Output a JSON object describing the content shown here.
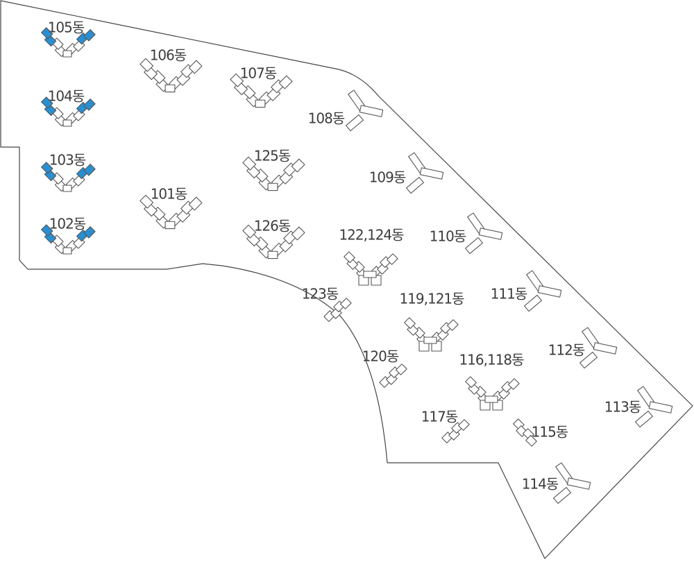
{
  "map": {
    "highlight_color": "#2a8fd1",
    "outline_color": "#444444",
    "buildings": [
      {
        "id": "b105",
        "label": "105동",
        "highlight": true
      },
      {
        "id": "b104",
        "label": "104동",
        "highlight": true
      },
      {
        "id": "b103",
        "label": "103동",
        "highlight": true
      },
      {
        "id": "b102",
        "label": "102동",
        "highlight": true
      },
      {
        "id": "b106",
        "label": "106동",
        "highlight": false
      },
      {
        "id": "b101",
        "label": "101동",
        "highlight": false
      },
      {
        "id": "b107",
        "label": "107동",
        "highlight": false
      },
      {
        "id": "b125",
        "label": "125동",
        "highlight": false
      },
      {
        "id": "b126",
        "label": "126동",
        "highlight": false
      },
      {
        "id": "b108",
        "label": "108동",
        "highlight": false
      },
      {
        "id": "b109",
        "label": "109동",
        "highlight": false
      },
      {
        "id": "b110",
        "label": "110동",
        "highlight": false
      },
      {
        "id": "b111",
        "label": "111동",
        "highlight": false
      },
      {
        "id": "b112",
        "label": "112동",
        "highlight": false
      },
      {
        "id": "b113",
        "label": "113동",
        "highlight": false
      },
      {
        "id": "b114",
        "label": "114동",
        "highlight": false
      },
      {
        "id": "b115",
        "label": "115동",
        "highlight": false
      },
      {
        "id": "b117",
        "label": "117동",
        "highlight": false
      },
      {
        "id": "b120",
        "label": "120동",
        "highlight": false
      },
      {
        "id": "b123",
        "label": "123동",
        "highlight": false
      },
      {
        "id": "b122124",
        "label": "122,124동",
        "highlight": false
      },
      {
        "id": "b119121",
        "label": "119,121동",
        "highlight": false
      },
      {
        "id": "b116118",
        "label": "116,118동",
        "highlight": false
      }
    ]
  }
}
